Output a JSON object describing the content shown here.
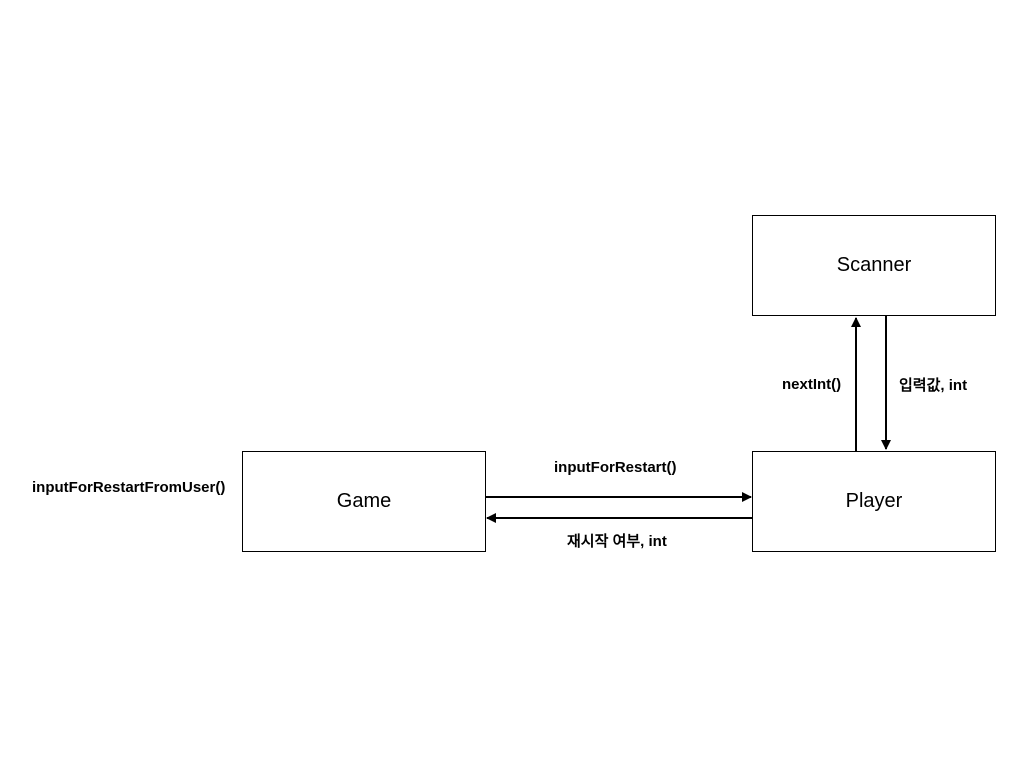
{
  "nodes": {
    "game": "Game",
    "player": "Player",
    "scanner": "Scanner"
  },
  "labels": {
    "game_method": "inputForRestartFromUser()",
    "game_to_player": "inputForRestart()",
    "player_to_game": "재시작 여부, int",
    "player_to_scanner": "nextInt()",
    "scanner_to_player": "입력값, int"
  },
  "colors": {
    "stroke": "#000000",
    "background": "#ffffff"
  }
}
